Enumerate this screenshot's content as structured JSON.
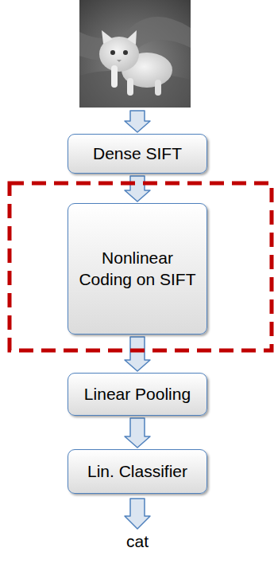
{
  "diagram": {
    "nodes": [
      {
        "text": [
          "Dense SIFT"
        ]
      },
      {
        "text": [
          "Nonlinear Coding on SIFT"
        ]
      },
      {
        "text": [
          "Linear Pooling"
        ]
      },
      {
        "text": [
          "Lin. Classifier"
        ]
      }
    ],
    "edges": [
      {
        "from": 0,
        "to": 1,
        "arrow": "to"
      },
      {
        "from": 1,
        "to": 2,
        "arrow": "to"
      },
      {
        "from": 2,
        "to": 3,
        "arrow": "to"
      }
    ],
    "labels": [
      "cat"
    ]
  }
}
